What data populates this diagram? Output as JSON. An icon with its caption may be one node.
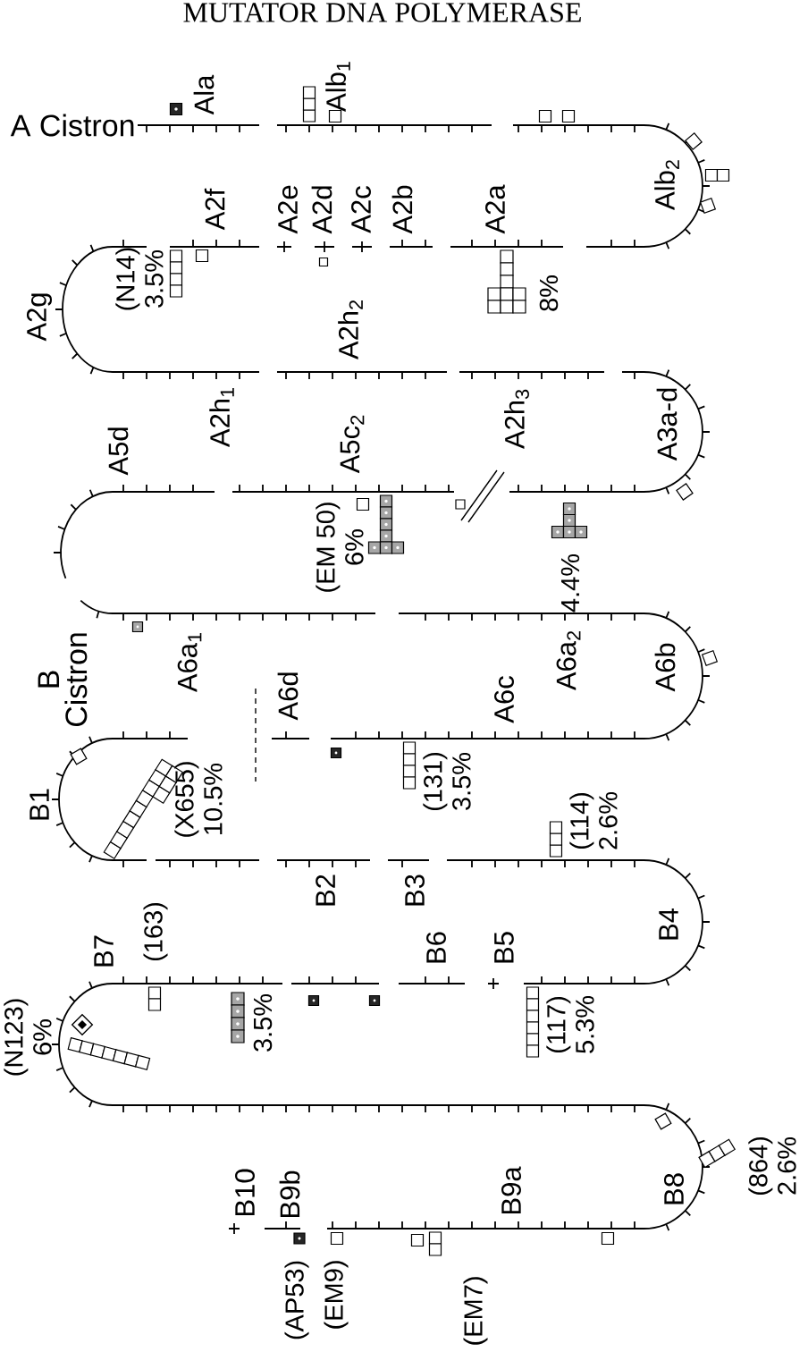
{
  "diagram": {
    "labels": [
      "MUTATOR DNA POLYMERASE",
      "A Cistron",
      "Ala",
      "Alb$_{1}$",
      "A2f",
      "A2e",
      "A2d",
      "A2c",
      "A2b",
      "A2a",
      "Alb$_{2}$",
      "A2g",
      "(N14) 3.5%",
      "A2h$_{2}$",
      "8%",
      "A5d",
      "A2h$_{1}$",
      "A5c$_{2}$",
      "A2h$_{3}$",
      "A3a-d",
      "(EM 50) 6%",
      "4.4%",
      "B Cistron",
      "A6a$_{1}$",
      "A6d",
      "A6c",
      "A6a$_{2}$",
      "A6b",
      "B1",
      "(X655) 10.5%",
      "(131) 3.5%",
      "(114) 2.6%",
      "B7",
      "(163)",
      "B2",
      "B3",
      "B6",
      "B5",
      "B4",
      "(N123) 6%",
      "3.5%",
      "(117) 5.3%",
      "B10",
      "B9b",
      "B9a",
      "B8",
      "(864) 2.6%",
      "(AP53)",
      "(EM9)",
      "(EM7)"
    ]
  }
}
